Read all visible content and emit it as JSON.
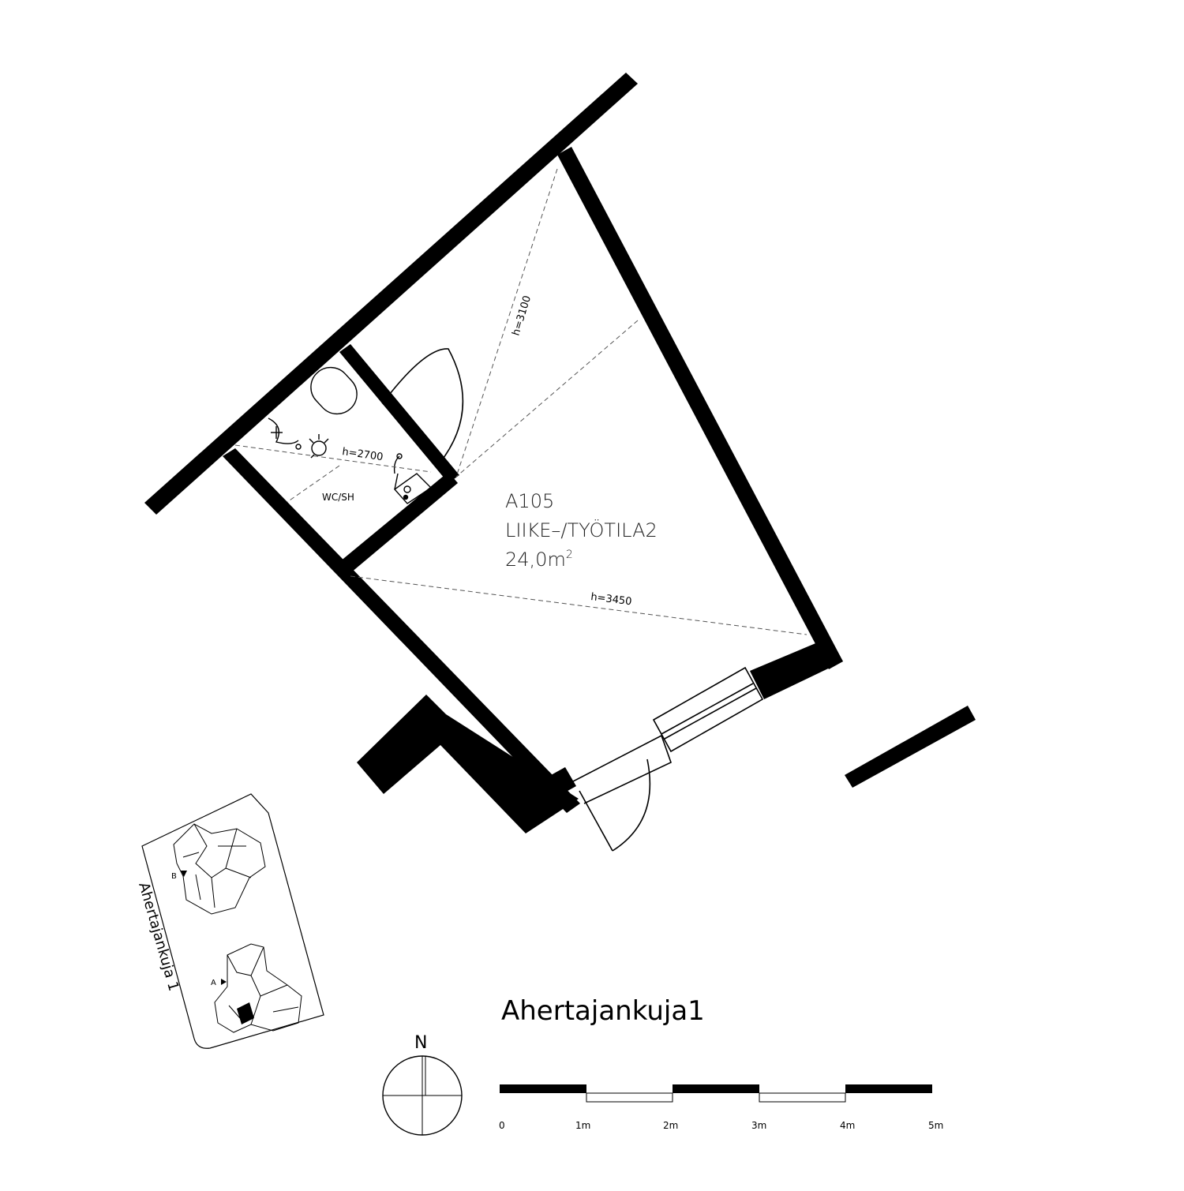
{
  "room": {
    "code": "A105",
    "name": "LIIKE–/TYÖTILA2",
    "area": "24,0m",
    "area_unit_sup": "2"
  },
  "heights": {
    "main_diag": "h=3100",
    "main_bottom": "h=3450",
    "wc": "h=2700"
  },
  "wc_label": "WC/SH",
  "address_title": "Ahertajankuja1",
  "site_plan": {
    "street_label": "Ahertajankuja 1",
    "building_a": "A",
    "building_b": "B"
  },
  "compass": {
    "north": "N"
  },
  "scale_bar": {
    "ticks": [
      "0",
      "1m",
      "2m",
      "3m",
      "4m",
      "5m"
    ]
  },
  "colors": {
    "wall": "#000000",
    "background": "#ffffff",
    "line": "#000000"
  }
}
